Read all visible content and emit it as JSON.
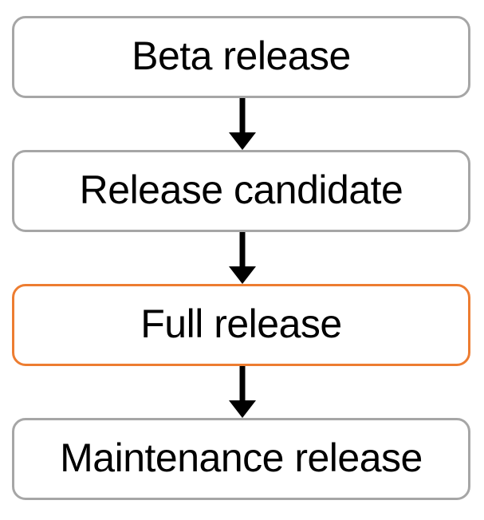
{
  "diagram": {
    "background": "#ffffff",
    "text_color": "#000000",
    "arrow_color": "#000000",
    "default_border_color": "#a6a6a6",
    "highlight_border_color": "#ed7d31",
    "nodes": [
      {
        "label": "Beta release",
        "border_color": "#a6a6a6",
        "highlighted": false
      },
      {
        "label": "Release candidate",
        "border_color": "#a6a6a6",
        "highlighted": false
      },
      {
        "label": "Full release",
        "border_color": "#ed7d31",
        "highlighted": true
      },
      {
        "label": "Maintenance release",
        "border_color": "#a6a6a6",
        "highlighted": false
      }
    ]
  }
}
